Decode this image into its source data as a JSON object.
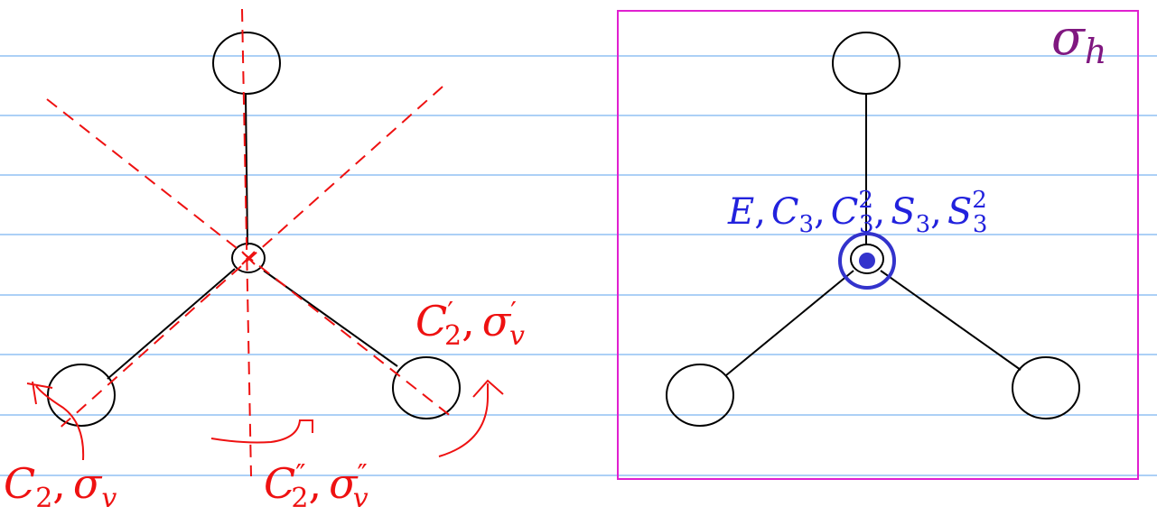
{
  "colors": {
    "ruled_lines": "#5aa0ee",
    "annotation": "#ee1111",
    "molecule": "#000000",
    "symmetry_box": "#e020d0",
    "sigma_h_label": "#801880",
    "center_highlight": "#3333cc"
  },
  "left_panel": {
    "label_c2": {
      "main": "C",
      "sub": "2",
      "sep": ",",
      "sigma": "σ",
      "sigma_sub": "v"
    },
    "label_c2_prime": {
      "main": "C",
      "prime": "′",
      "sub": "2",
      "sep": ",",
      "sigma": "σ",
      "sigma_prime": "′",
      "sigma_sub": "v"
    },
    "label_c2_dprime": {
      "main": "C",
      "prime": "″",
      "sub": "2",
      "sep": ",",
      "sigma": "σ",
      "sigma_prime": "″",
      "sigma_sub": "v"
    }
  },
  "right_panel": {
    "label_sigma_h": {
      "sigma": "σ",
      "sub": "h"
    },
    "label_operations": {
      "e": "E",
      "sep": ",",
      "c3": "C",
      "c3_sub": "3",
      "c3sq": "C",
      "c3sq_sup": "2",
      "c3sq_sub": "3",
      "s3": "S",
      "s3_sub": "3",
      "s3sq": "S",
      "s3sq_sup": "2",
      "s3sq_sub": "3"
    }
  }
}
